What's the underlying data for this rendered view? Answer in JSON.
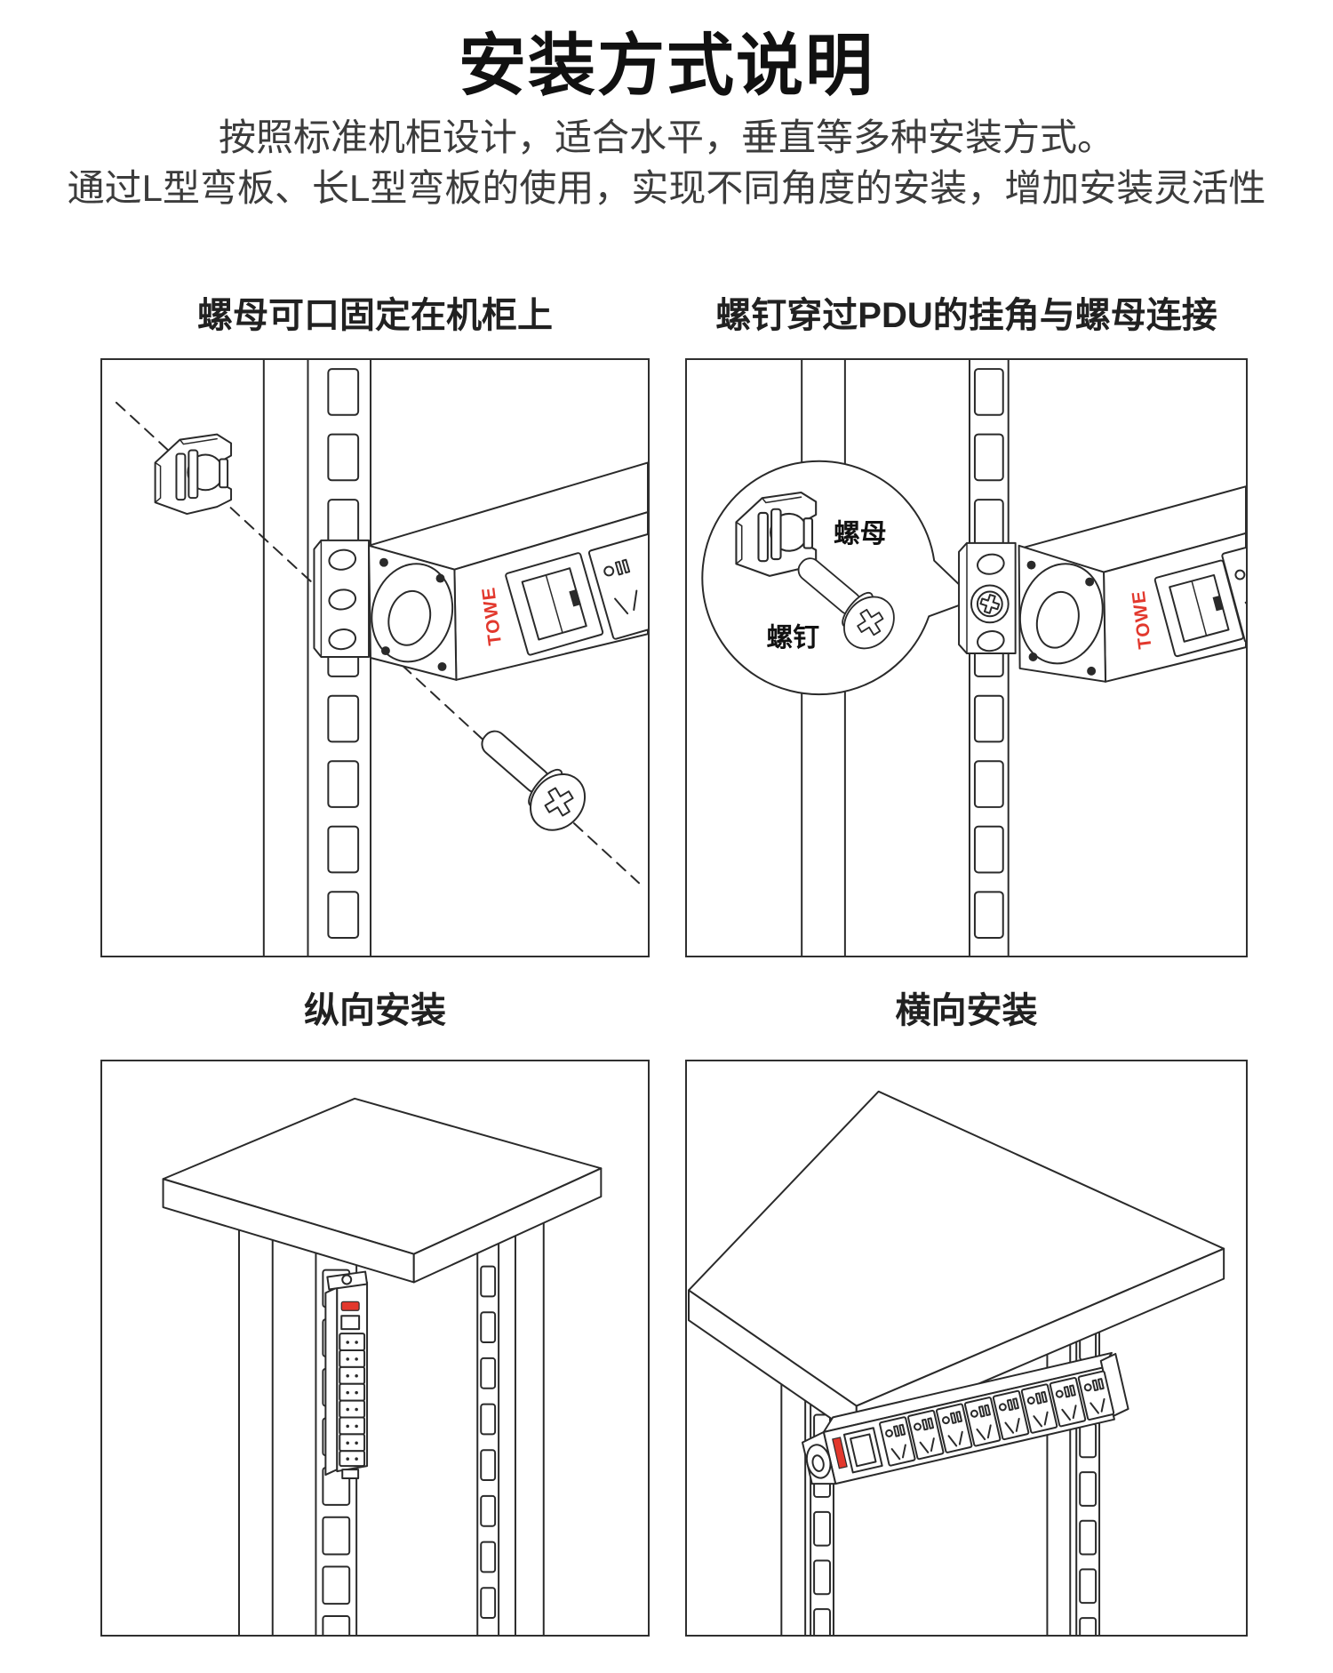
{
  "page": {
    "title": "安装方式说明",
    "subtitle_line1": "按照标准机柜设计，适合水平，垂直等多种安装方式。",
    "subtitle_line2": "通过L型弯板、长L型弯板的使用，实现不同角度的安装，增加安装灵活性"
  },
  "panels": {
    "nut_fix": {
      "heading": "螺母可口固定在机柜上",
      "illustration": "cage nut, rack rail with slots, L-bracket with three oval holes, PDU end with TOWE logo, switch and socket, screw on dashed alignment line"
    },
    "screw_connect": {
      "heading": "螺钉穿过PDU的挂角与螺母连接",
      "callout": {
        "nut_label": "螺母",
        "screw_label": "螺钉"
      },
      "illustration": "callout bubble with cage nut and screw pointing at bracket screwed to rack rail, PDU end with TOWE logo"
    },
    "vertical": {
      "heading": "纵向安装",
      "illustration": "rack table with vertical PDU strip mounted on left rail"
    },
    "horizontal": {
      "heading": "横向安装",
      "illustration": "rack table with tilted horizontal PDU strip with eight sockets mounted across rail"
    }
  },
  "brand": {
    "logo_text": "TOWE"
  },
  "colors": {
    "line": "#2a2a2a",
    "accent_red": "#e2382d"
  }
}
